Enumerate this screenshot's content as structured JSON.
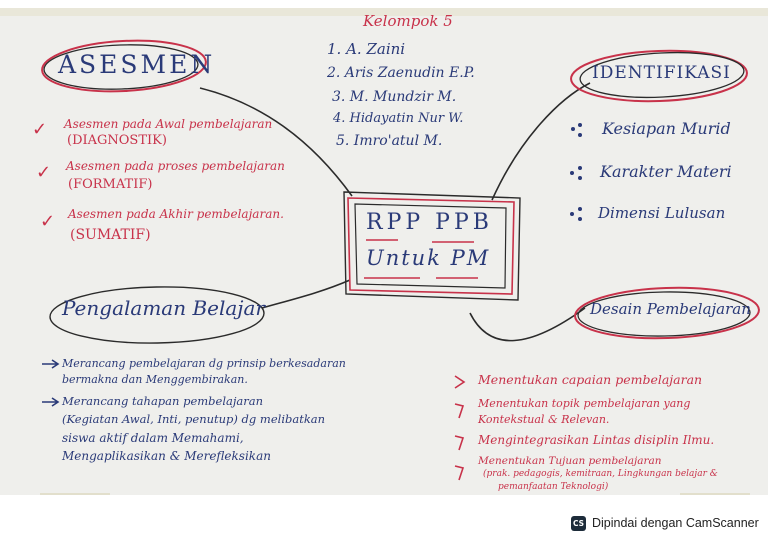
{
  "group": {
    "title": "Kelompok 5",
    "members": [
      "1. A. Zaini",
      "2. Aris Zaenudin E.P.",
      "3. M. Mundzir M.",
      "4. Hidayatin Nur W.",
      "5. Imro'atul M."
    ]
  },
  "center": {
    "line1": "RPP PPB",
    "line2": "Untuk PM"
  },
  "asesmen": {
    "title": "ASESMEN",
    "items": [
      {
        "line1": "Asesmen pada Awal pembelajaran",
        "line2": "(DIAGNOSTIK)"
      },
      {
        "line1": "Asesmen pada proses pembelajaran",
        "line2": "(FORMATIF)"
      },
      {
        "line1": "Asesmen pada Akhir pembelajaran.",
        "line2": "(SUMATIF)"
      }
    ]
  },
  "identifikasi": {
    "title": "IDENTIFIKASI",
    "items": [
      "Kesiapan Murid",
      "Karakter Materi",
      "Dimensi Lulusan"
    ]
  },
  "pengalaman": {
    "title": "Pengalaman Belajar",
    "items": [
      "Merancang pembelajaran dg prinsip berkesadaran",
      "bermakna dan Menggembirakan.",
      "Merancang tahapan pembelajaran",
      "(Kegiatan Awal, Inti, penutup) dg melibatkan",
      "siswa aktif dalam Memahami,",
      "Mengaplikasikan & Merefleksikan"
    ]
  },
  "desain": {
    "title": "Desain Pembelajaran",
    "items": [
      "Menentukan capaian pembelajaran",
      "Menentukan topik pembelajaran yang",
      "Kontekstual & Relevan.",
      "Mengintegrasikan Lintas disiplin Ilmu.",
      "Menentukan Tujuan pembelajaran",
      "(prak. pedagogis, kemitraan, Lingkungan belajar &",
      "pemanfaatan Teknologi)"
    ]
  },
  "watermark": {
    "logo": "CS",
    "text": "Dipindai dengan CamScanner"
  },
  "colors": {
    "red_ink": "#c8324a",
    "blue_ink": "#2a3a78",
    "black_ink": "#2b2b2b",
    "paper": "#efefec"
  }
}
